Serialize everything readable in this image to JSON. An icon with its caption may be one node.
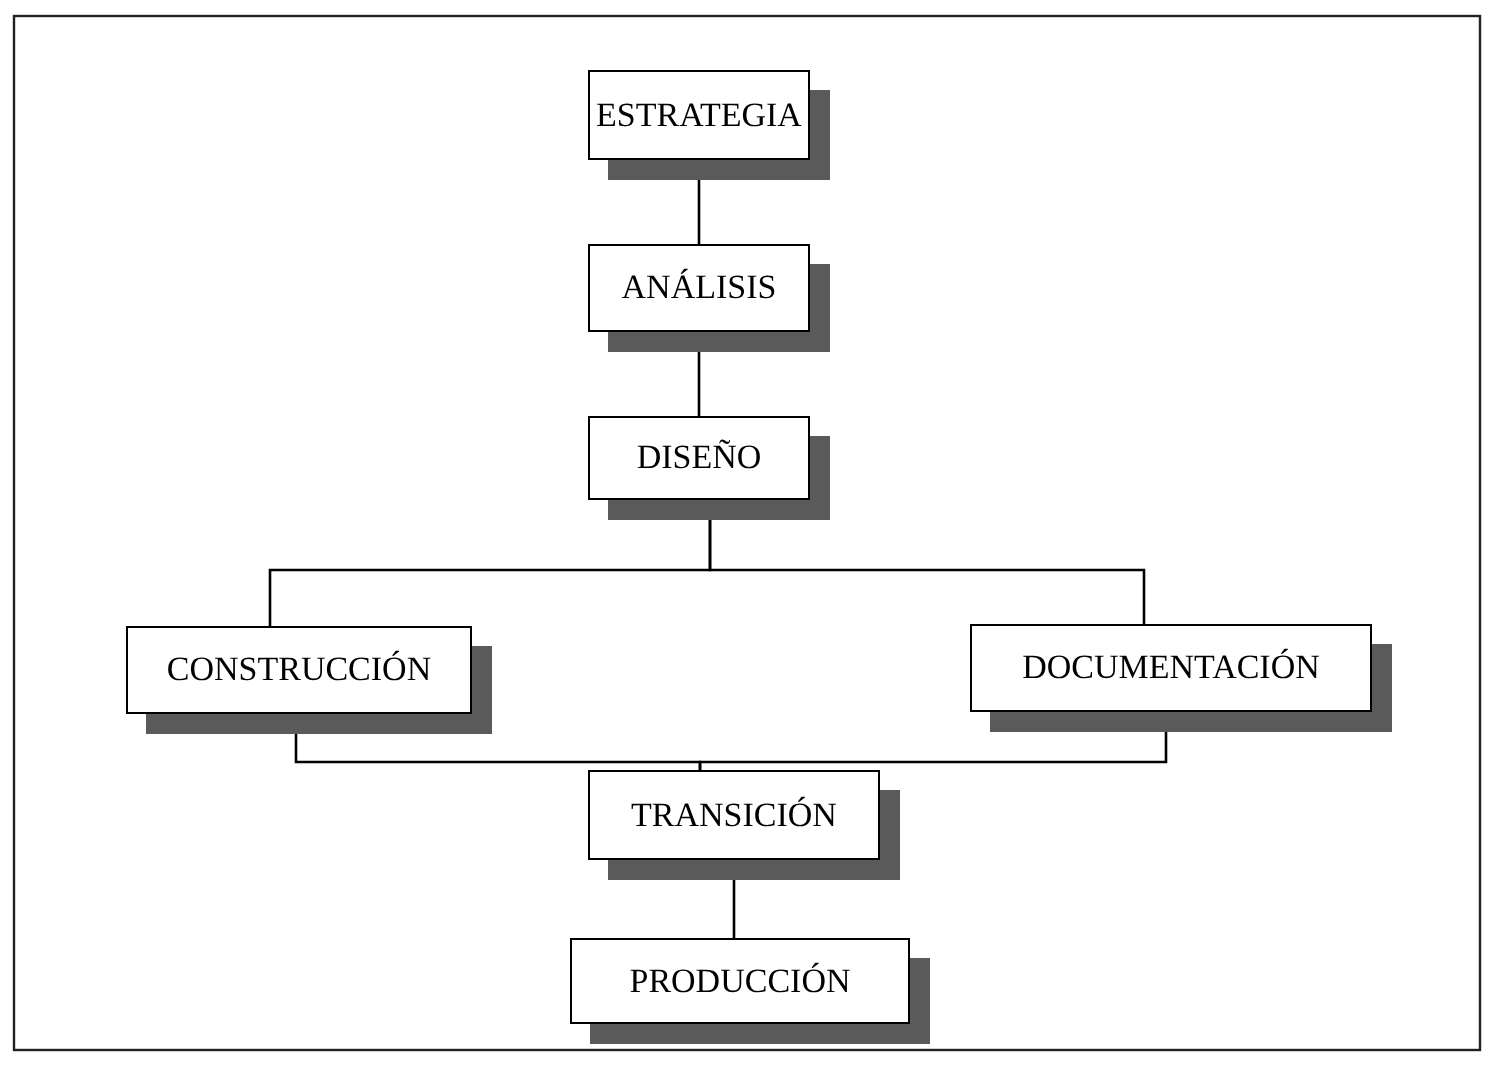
{
  "diagram": {
    "nodes": [
      {
        "text": [
          "ESTRATEGIA"
        ]
      },
      {
        "text": [
          "ANÁLISIS"
        ]
      },
      {
        "text": [
          "DISEÑO"
        ]
      },
      {
        "text": [
          "CONSTRUCCIÓN"
        ]
      },
      {
        "text": [
          "DOCUMENTACIÓN"
        ]
      },
      {
        "text": [
          "TRANSICIÓN"
        ]
      },
      {
        "text": [
          "PRODUCCIÓN"
        ]
      }
    ],
    "edges": [
      {
        "from": 0,
        "to": 1,
        "arrow": "none"
      },
      {
        "from": 1,
        "to": 2,
        "arrow": "none"
      },
      {
        "from": 2,
        "to": 3,
        "arrow": "none"
      },
      {
        "from": 2,
        "to": 4,
        "arrow": "none"
      },
      {
        "from": 3,
        "to": 5,
        "arrow": "none"
      },
      {
        "from": 4,
        "to": 5,
        "arrow": "none"
      },
      {
        "from": 5,
        "to": 6,
        "arrow": "none"
      }
    ]
  }
}
